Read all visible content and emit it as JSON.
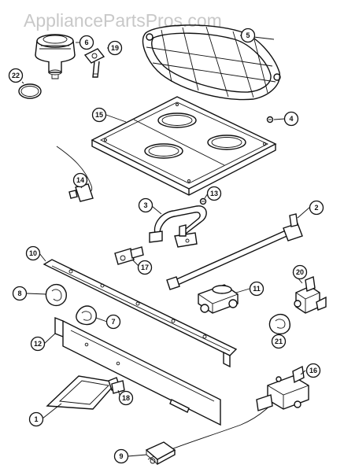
{
  "watermark": "AppliancePartsPros.com",
  "callouts": [
    "1",
    "2",
    "3",
    "4",
    "5",
    "6",
    "7",
    "8",
    "9",
    "10",
    "11",
    "12",
    "13",
    "14",
    "15",
    "16",
    "17",
    "18",
    "19",
    "20",
    "21",
    "22"
  ]
}
